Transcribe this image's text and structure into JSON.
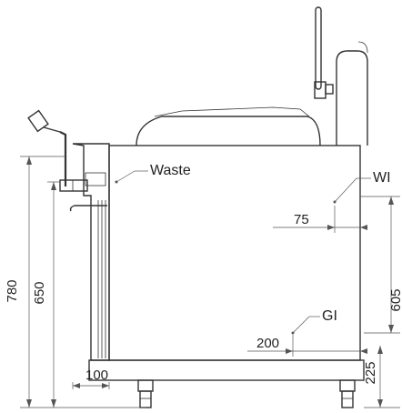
{
  "callouts": {
    "waste": "Waste",
    "wi": "WI",
    "gi": "GI"
  },
  "dimensions": {
    "overall_height": "780",
    "body_height": "650",
    "gi_height": "605",
    "leg_height": "225",
    "wi_offset": "75",
    "gi_offset": "200",
    "waste_offset": "100"
  }
}
